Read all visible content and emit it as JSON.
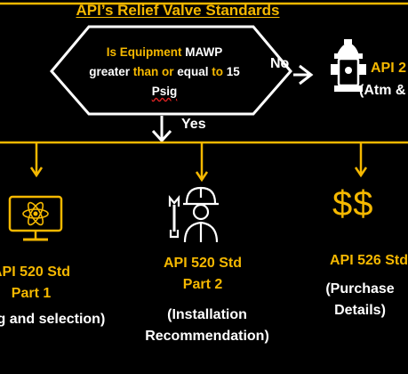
{
  "title": "API’s Relief Valve Standards",
  "decision": {
    "line1_part1": "Is Equipment ",
    "line1_part2": "MAWP",
    "line2_part1": "greater ",
    "line2_part2": "than or",
    "line2_part3": " equal ",
    "line2_part4": "to",
    "line2_part5": " 15",
    "line3": "Psig"
  },
  "branches": {
    "no_label": "No",
    "yes_label": "Yes"
  },
  "top_right": {
    "line1": "API 2",
    "line2": "(Atm &"
  },
  "columns": [
    {
      "title": "API 520 Std",
      "subtitle": "Part 1",
      "desc1": "ng and selection)",
      "icon": "computer-atom-icon"
    },
    {
      "title": "API 520 Std",
      "subtitle": "Part 2",
      "desc1": "(Installation",
      "desc2": "Recommendation)",
      "icon": "engineer-wrench-icon"
    },
    {
      "title": "API 526 Std",
      "desc1": "(Purchase",
      "desc2": "Details)",
      "symbol": "$$",
      "icon": "dollar-icon"
    }
  ],
  "colors": {
    "accent": "#f5b800",
    "text": "#ffffff",
    "background": "#000000"
  }
}
